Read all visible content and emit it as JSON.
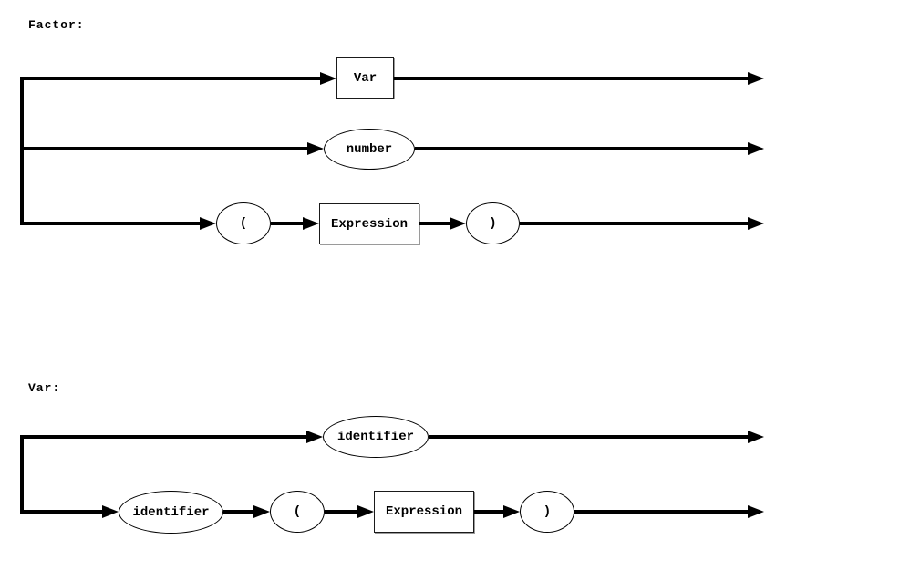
{
  "colors": {
    "background": "#ffffff",
    "line": "#000000",
    "node_fill": "#ffffff",
    "node_border": "#000000",
    "text": "#000000"
  },
  "diagrams": [
    {
      "title": "Factor:",
      "branches": [
        {
          "nodes": [
            {
              "type": "rect",
              "label": "Var"
            }
          ]
        },
        {
          "nodes": [
            {
              "type": "ellipse",
              "label": "number"
            }
          ]
        },
        {
          "nodes": [
            {
              "type": "ellipse",
              "label": "("
            },
            {
              "type": "rect",
              "label": "Expression"
            },
            {
              "type": "ellipse",
              "label": ")"
            }
          ]
        }
      ]
    },
    {
      "title": "Var:",
      "branches": [
        {
          "nodes": [
            {
              "type": "ellipse",
              "label": "identifier"
            }
          ]
        },
        {
          "nodes": [
            {
              "type": "ellipse",
              "label": "identifier"
            },
            {
              "type": "ellipse",
              "label": "("
            },
            {
              "type": "rect",
              "label": "Expression"
            },
            {
              "type": "ellipse",
              "label": ")"
            }
          ]
        }
      ]
    }
  ]
}
